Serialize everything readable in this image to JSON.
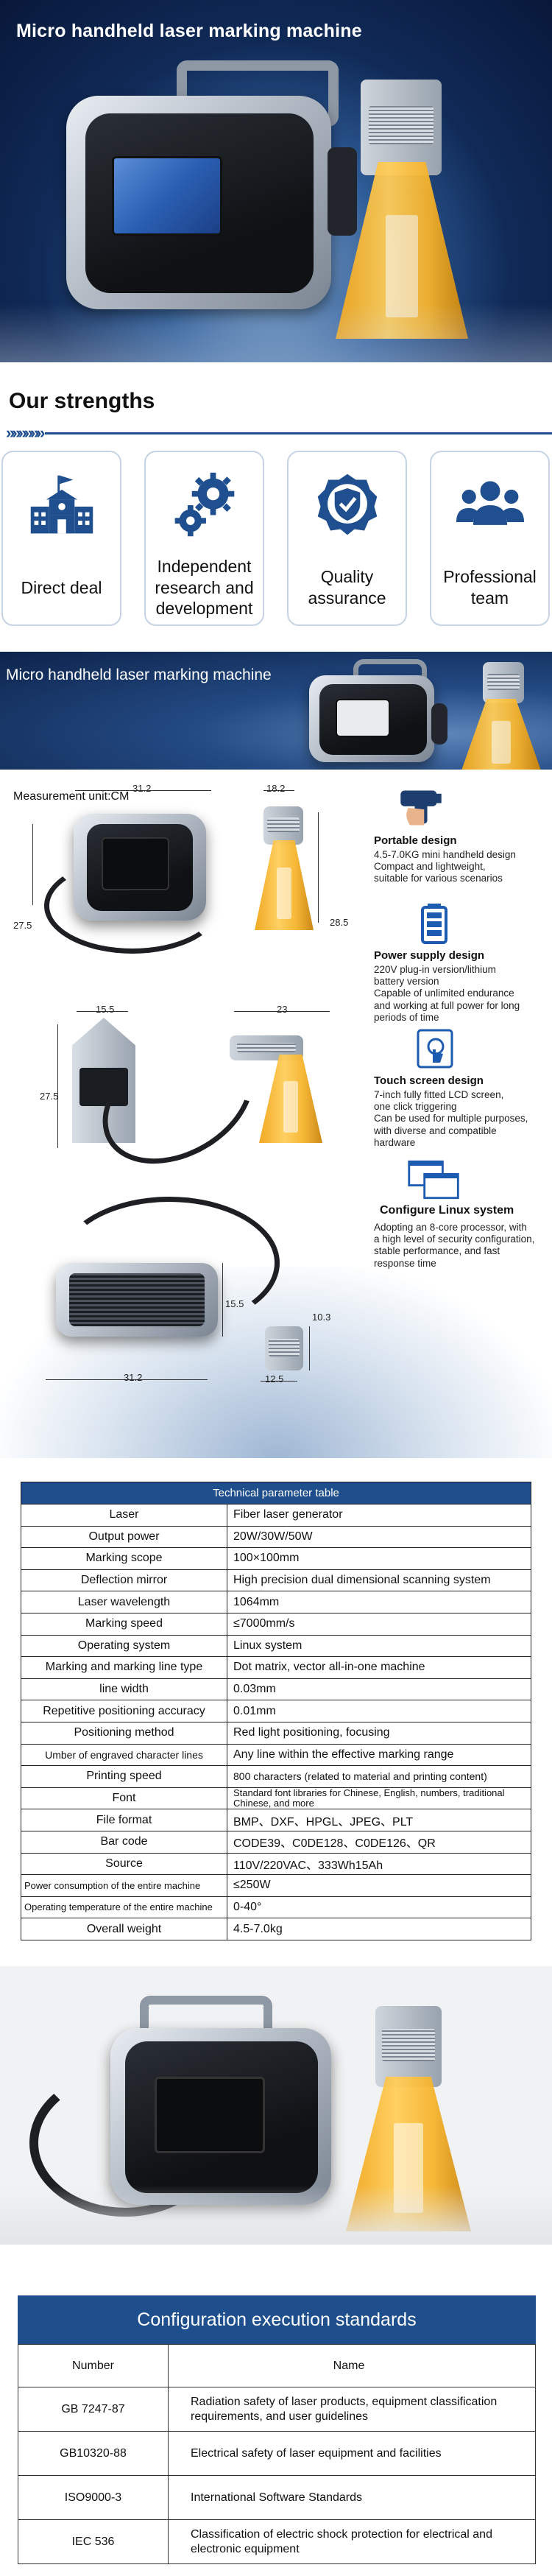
{
  "hero": {
    "title": "Micro handheld laser marking machine"
  },
  "strengths": {
    "title": "Our strengths",
    "items": [
      {
        "label": "Direct deal",
        "icon": "building-flag-icon"
      },
      {
        "label": "Independent research and development",
        "icon": "gears-icon"
      },
      {
        "label": "Quality assurance",
        "icon": "quality-badge-icon"
      },
      {
        "label": "Professional team",
        "icon": "team-people-icon"
      }
    ]
  },
  "banner2": {
    "title": "Micro handheld laser marking machine"
  },
  "measurement": {
    "unit": "Measurement unit:CM",
    "dims": {
      "front_width": "31.2",
      "front_height": "27.5",
      "head_width": "18.2",
      "head_height": "28.5",
      "side_width": "15.5",
      "side_height": "27.5",
      "side_head": "23",
      "top_width": "31.2",
      "top_depth": "15.5",
      "top_head_w": "12.5",
      "top_head_d": "10.3"
    },
    "features": [
      {
        "title": "Portable design",
        "text": "4.5-7.0KG mini handheld design\nCompact and lightweight,\nsuitable for various scenarios",
        "icon": "hand-gun-icon"
      },
      {
        "title": "Power supply design",
        "text": "220V plug-in version/lithium\nbattery version\nCapable of unlimited endurance\nand working at full power for long\nperiods of time",
        "icon": "battery-icon"
      },
      {
        "title": "Touch screen design",
        "text": "7-inch fully fitted LCD screen,\none click triggering\nCan be used for multiple purposes,\nwith diverse and compatible\nhardware",
        "icon": "touch-screen-icon"
      },
      {
        "title": "Configure Linux system",
        "text": "Adopting an 8-core processor, with\na high level of security configuration,\nstable performance, and fast\nresponse time",
        "icon": "windows-icon"
      }
    ]
  },
  "tech": {
    "title": "Technical parameter table",
    "rows": [
      {
        "k": "Laser",
        "v": "Fiber laser generator"
      },
      {
        "k": "Output power",
        "v": "20W/30W/50W"
      },
      {
        "k": "Marking scope",
        "v": "100×100mm"
      },
      {
        "k": "Deflection mirror",
        "v": "High precision dual dimensional scanning system"
      },
      {
        "k": "Laser wavelength",
        "v": "1064mm"
      },
      {
        "k": "Marking speed",
        "v": "≤7000mm/s"
      },
      {
        "k": "Operating system",
        "v": "Linux system"
      },
      {
        "k": "Marking and marking line type",
        "v": "Dot matrix, vector all-in-one machine"
      },
      {
        "k": "line width",
        "v": "0.03mm"
      },
      {
        "k": "Repetitive positioning accuracy",
        "v": "0.01mm"
      },
      {
        "k": "Positioning method",
        "v": "Red light positioning, focusing"
      },
      {
        "k": "Umber of engraved character lines",
        "v": "Any line within the effective marking range"
      },
      {
        "k": "Printing speed",
        "v": "800 characters (related to material and printing content)"
      },
      {
        "k": "Font",
        "v": "Standard font libraries for Chinese, English, numbers, traditional Chinese, and more"
      },
      {
        "k": "File format",
        "v": "BMP、DXF、HPGL、JPEG、PLT"
      },
      {
        "k": "Bar code",
        "v": "CODE39、C0DE128、C0DE126、QR"
      },
      {
        "k": "Source",
        "v": "110V/220VAC、333Wh15Ah"
      },
      {
        "k": "Power consumption of the entire machine",
        "v": "≤250W"
      },
      {
        "k": "Operating temperature of the entire machine",
        "v": "0-40°"
      },
      {
        "k": "Overall weight",
        "v": "4.5-7.0kg"
      }
    ]
  },
  "config": {
    "title": "Configuration execution standards",
    "header": {
      "n": "Number",
      "d": "Name"
    },
    "rows": [
      {
        "n": "GB  7247-87",
        "d": "Radiation safety of laser products, equipment classification requirements, and user guidelines"
      },
      {
        "n": "GB10320-88",
        "d": "Electrical safety of laser equipment and facilities"
      },
      {
        "n": "ISO9000-3",
        "d": "International Software Standards"
      },
      {
        "n": "IEC 536",
        "d": "Classification of electric shock protection for electrical and electronic equipment"
      }
    ]
  },
  "colors": {
    "accent": "#1e4f8c",
    "cone": "#f6b42c",
    "icon_blue": "#1f4f8f"
  }
}
